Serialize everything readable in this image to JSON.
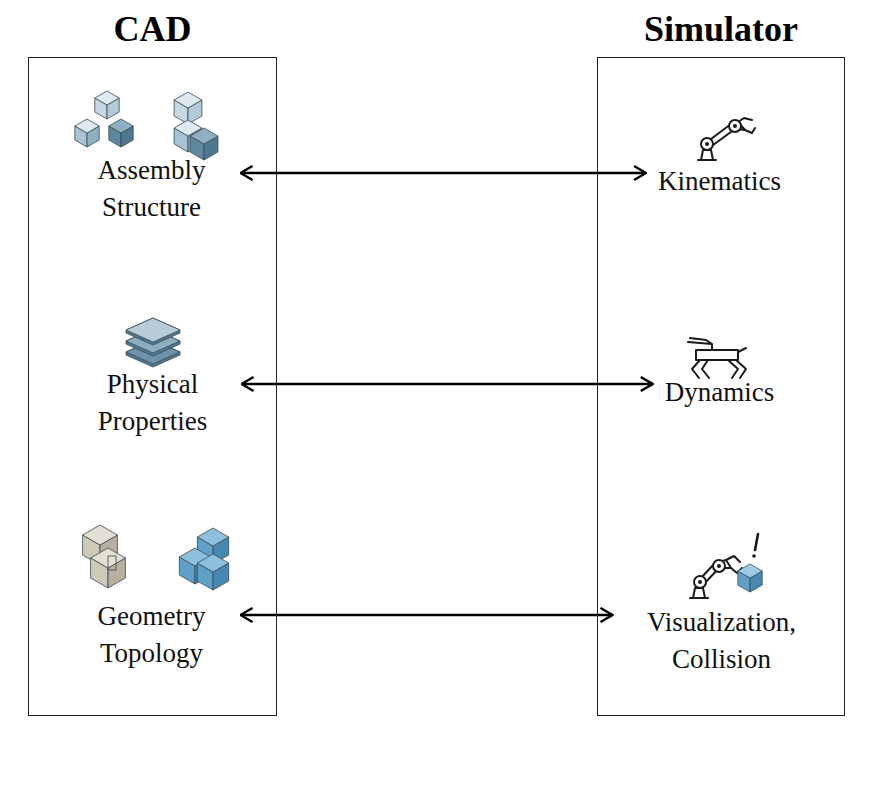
{
  "diagram": {
    "nodes": [
      {
        "text": [
          "CAD"
        ]
      },
      {
        "text": [
          "Assembly Structure"
        ],
        "in": 0
      },
      {
        "text": [
          "Physical Properties"
        ],
        "in": 0
      },
      {
        "text": [
          "Geometry Topology"
        ],
        "in": 0
      },
      {
        "text": [
          "Simulator"
        ]
      },
      {
        "text": [
          "Kinematics"
        ],
        "in": 4
      },
      {
        "text": [
          "Dynamics"
        ],
        "in": 4
      },
      {
        "text": [
          "Visualization, Collision"
        ],
        "in": 4
      }
    ],
    "edges": [
      {
        "from": 1,
        "to": 5,
        "arrow": "both"
      },
      {
        "from": 2,
        "to": 6,
        "arrow": "both"
      },
      {
        "from": 3,
        "to": 7,
        "arrow": "both"
      }
    ]
  }
}
